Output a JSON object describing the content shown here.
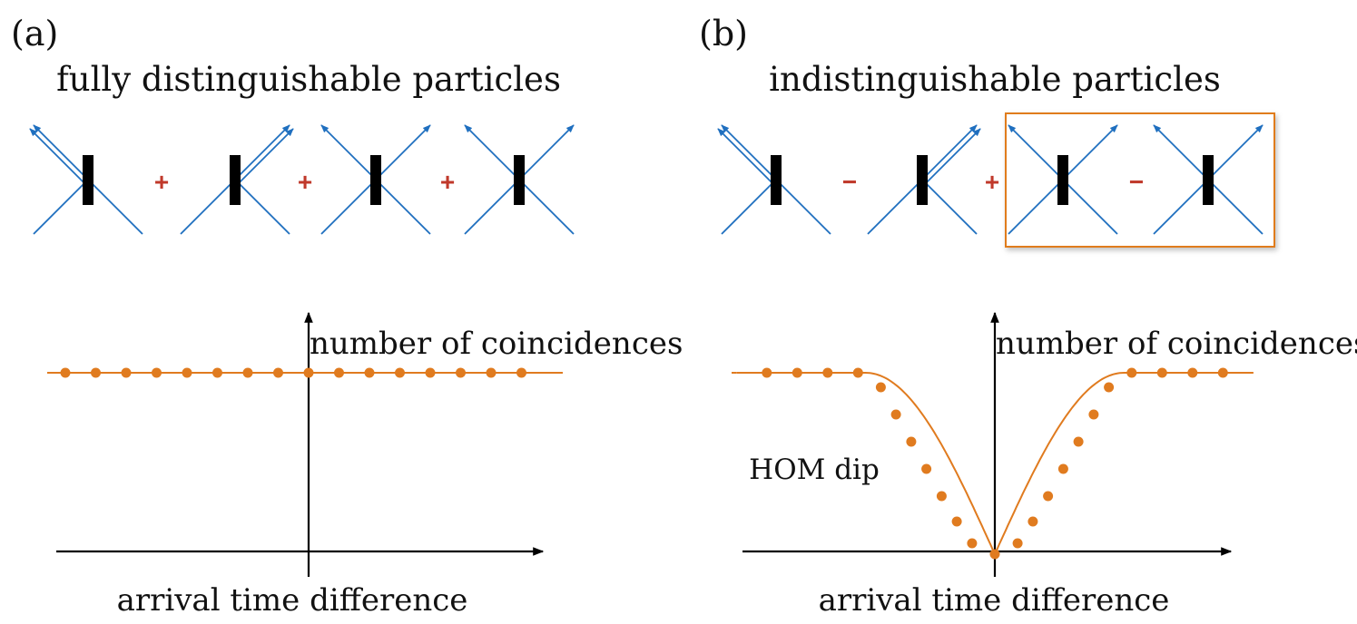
{
  "panels": [
    {
      "id": "a",
      "label": "(a)",
      "title": "fully distinguishable particles",
      "operators": [
        "+",
        "+",
        "+"
      ],
      "ylabel": "number of coincidences",
      "xlabel": "arrival time difference",
      "annotation": ""
    },
    {
      "id": "b",
      "label": "(b)",
      "title": "indistinguishable particles",
      "operators": [
        "−",
        "+",
        "−"
      ],
      "ylabel": "number of coincidences",
      "xlabel": "arrival time difference",
      "annotation": "HOM dip"
    }
  ],
  "colors": {
    "beam": "#1f6fbf",
    "splitter": "#000000",
    "operator": "#c0392b",
    "curve": "#e07b1f",
    "highlight_box": "#e07b1f"
  },
  "chart_data": [
    {
      "type": "scatter",
      "panel": "a",
      "x": [
        -16,
        -14,
        -12,
        -10,
        -8,
        -6,
        -4,
        -2,
        0,
        2,
        4,
        6,
        8,
        10,
        12,
        14
      ],
      "values": [
        1,
        1,
        1,
        1,
        1,
        1,
        1,
        1,
        1,
        1,
        1,
        1,
        1,
        1,
        1,
        1
      ],
      "curve": "flat",
      "xlabel": "arrival time difference",
      "ylabel": "number of coincidences"
    },
    {
      "type": "scatter",
      "panel": "b",
      "x": [
        -15,
        -13,
        -11,
        -9,
        -7.5,
        -6.5,
        -5.5,
        -4.5,
        -3.5,
        -2.5,
        -1.5,
        0,
        1.5,
        2.5,
        3.5,
        4.5,
        5.5,
        6.5,
        7.5,
        9,
        11,
        13,
        15
      ],
      "values": [
        1,
        1,
        1,
        1,
        0.92,
        0.77,
        0.62,
        0.47,
        0.32,
        0.18,
        0.06,
        0,
        0.06,
        0.18,
        0.32,
        0.47,
        0.62,
        0.77,
        0.92,
        1,
        1,
        1,
        1
      ],
      "curve": "dip",
      "annotation": "HOM dip",
      "xlabel": "arrival time difference",
      "ylabel": "number of coincidences"
    }
  ]
}
